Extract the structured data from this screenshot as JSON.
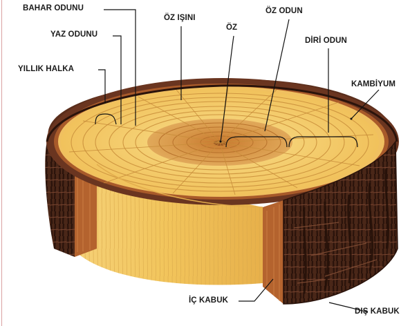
{
  "labels": {
    "bahar_odunu": "BAHAR ODUNU",
    "yaz_odunu": "YAZ ODUNU",
    "yillik_halka": "YILLIK HALKA",
    "oz_isini": "ÖZ IŞINI",
    "oz": "ÖZ",
    "oz_odun": "ÖZ ODUN",
    "diri_odun": "DİRİ ODUN",
    "kambiyum": "KAMBİYUM",
    "ic_kabuk": "İÇ KABUK",
    "dis_kabuk": "DIŞ KABUK"
  },
  "colors": {
    "bark_dark": "#3a1f14",
    "bark_mid": "#6e3a24",
    "inner_bark": "#b4632e",
    "sapwood": "#f3c862",
    "sapwood_light": "#f8dd8a",
    "heartwood": "#d49444",
    "pith": "#b86a2a",
    "ring_line": "#c9913a",
    "side_wood": "#f0c460"
  }
}
